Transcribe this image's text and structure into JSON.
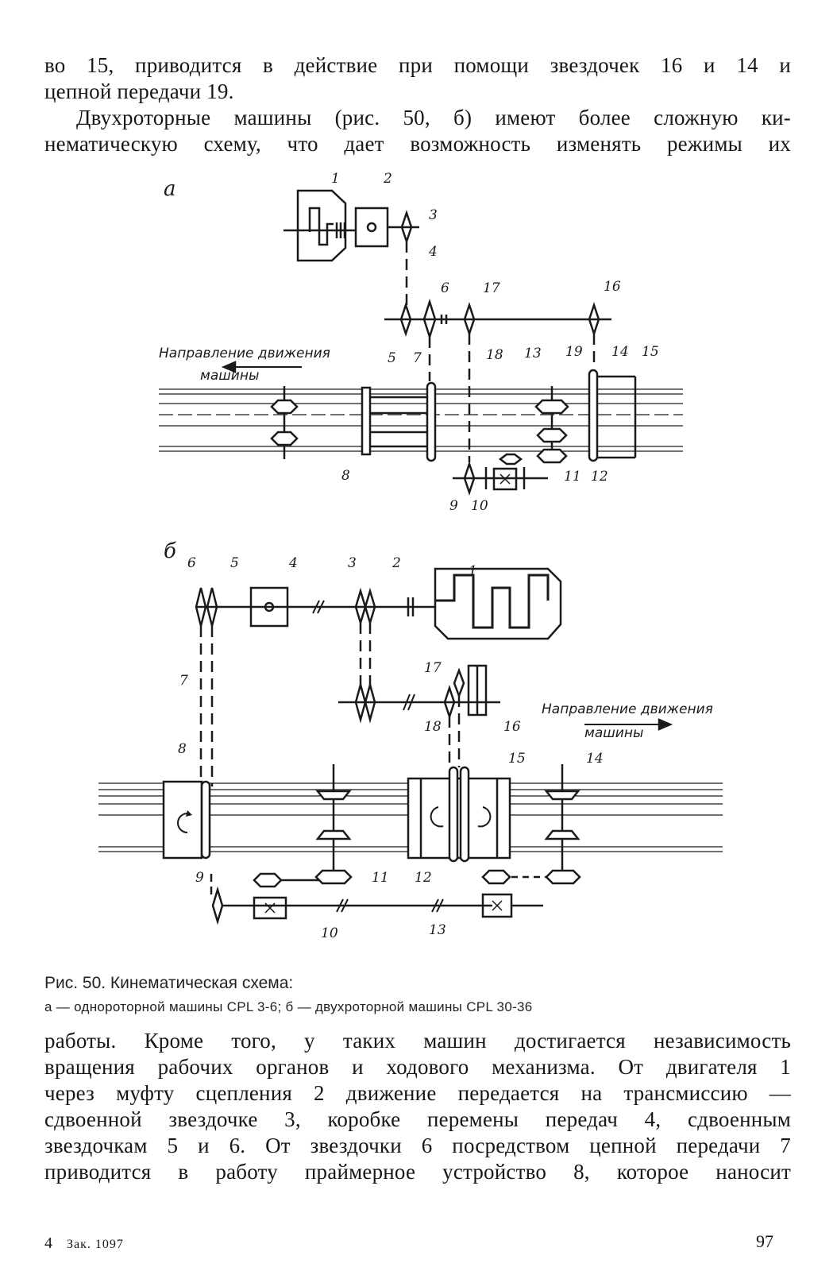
{
  "text_top": [
    "во 15, приводится в действие при помощи звездочек 16 и 14 и",
    "цепной передачи 19.",
    "Двухроторные машины (рис. 50, б) имеют более сложную ки-",
    "нематическую схему, что дает возможность изменять режимы их"
  ],
  "figure": {
    "label_a": "а",
    "label_b": "б",
    "direction_a_line1": "Направление движения",
    "direction_a_line2": "машины",
    "direction_b_line1": "Направление движения",
    "direction_b_line2": "машины",
    "numbers_a": [
      "1",
      "2",
      "3",
      "4",
      "5",
      "6",
      "7",
      "8",
      "9",
      "10",
      "11",
      "12",
      "13",
      "14",
      "15",
      "16",
      "17",
      "18",
      "19"
    ],
    "numbers_b": [
      "1",
      "2",
      "3",
      "4",
      "5",
      "6",
      "7",
      "8",
      "9",
      "10",
      "11",
      "12",
      "13",
      "14",
      "15",
      "16",
      "17",
      "18"
    ]
  },
  "caption": {
    "line1": "Рис. 50. Кинематическая схема:",
    "line2": "а — однороторной машины CPL 3-6; б — двухроторной машины CPL 30-36"
  },
  "text_bottom": [
    "работы. Кроме того, у таких машин достигается независимость",
    "вращения рабочих органов и ходового механизма. От двигателя 1",
    "через муфту сцепления 2 движение передается на трансмиссию —",
    "сдвоенной звездочке 3, коробке перемены передач 4, сдвоенным",
    "звездочкам 5 и 6. От звездочки 6 посредством цепной передачи 7",
    "приводится в работу праймерное устройство 8, которое наносит"
  ],
  "footer": {
    "signature": "4",
    "order": "Зак. 1097",
    "page_number": "97"
  }
}
